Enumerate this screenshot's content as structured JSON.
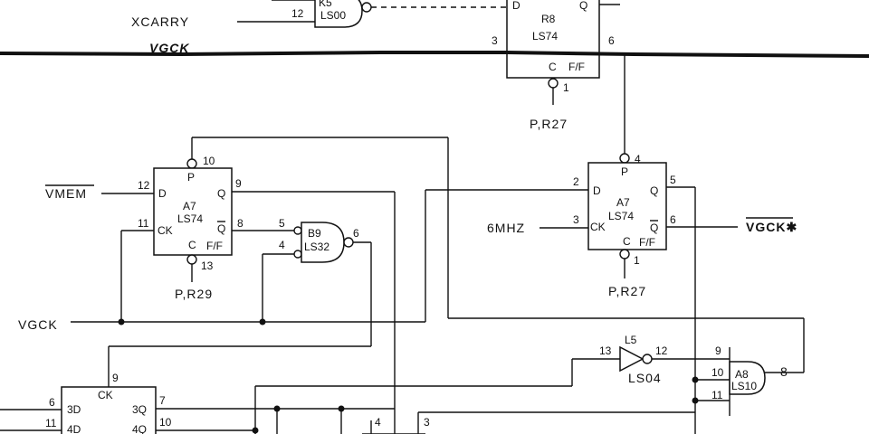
{
  "signals": {
    "xcarry": "XCARRY",
    "vgck_top": "VGCK",
    "vmem": "VMEM",
    "vgck_left": "VGCK",
    "six_mhz": "6MHZ",
    "vgck_star": "VGCK✱"
  },
  "chips": {
    "r8": {
      "ref": "R8",
      "part": "LS74",
      "sub": "F/F",
      "c": "C",
      "d": "D",
      "q": "Q",
      "preset_label": "P,R27"
    },
    "a7_left": {
      "ref": "A7",
      "part": "LS74",
      "sub": "F/F",
      "c": "C",
      "d": "D",
      "ck": "CK",
      "p": "P",
      "q": "Q",
      "qbar": "Q",
      "preset_label": "P,R29"
    },
    "a7_right": {
      "ref": "A7",
      "part": "LS74",
      "sub": "F/F",
      "c": "C",
      "d": "D",
      "ck": "CK",
      "p": "P",
      "q": "Q",
      "qbar": "Q",
      "preset_label": "P,R27"
    },
    "b9": {
      "ref": "B9",
      "part": "LS32"
    },
    "ls00": {
      "ref": "K5",
      "part": "LS00"
    },
    "l5": {
      "ref": "L5",
      "part": "LS04"
    },
    "a8": {
      "ref": "A8",
      "part": "LS10"
    },
    "bottom": {
      "ck": "CK",
      "p1": "3D",
      "p2": "4D",
      "q1": "3Q",
      "q2": "4Q"
    }
  },
  "pins": {
    "ls00_in": "12",
    "r8_d": "3",
    "r8_q": "6",
    "r8_clr": "1",
    "a7l_pre": "10",
    "a7l_d": "12",
    "a7l_q": "9",
    "a7l_qbar": "8",
    "a7l_ck": "11",
    "a7l_clr": "13",
    "b9_a": "5",
    "b9_b": "4",
    "b9_y": "6",
    "a7r_pre": "4",
    "a7r_d": "2",
    "a7r_q": "5",
    "a7r_ck": "3",
    "a7r_qbar": "6",
    "a7r_clr": "1",
    "inv_in": "13",
    "inv_out": "12",
    "a8_a": "9",
    "a8_b": "10",
    "a8_c": "11",
    "a8_y": "8",
    "bot_ck": "9",
    "bot_3d": "6",
    "bot_4d": "11",
    "bot_3q": "7",
    "bot_4q": "10",
    "mux_a": "4",
    "mux_b": "3"
  }
}
